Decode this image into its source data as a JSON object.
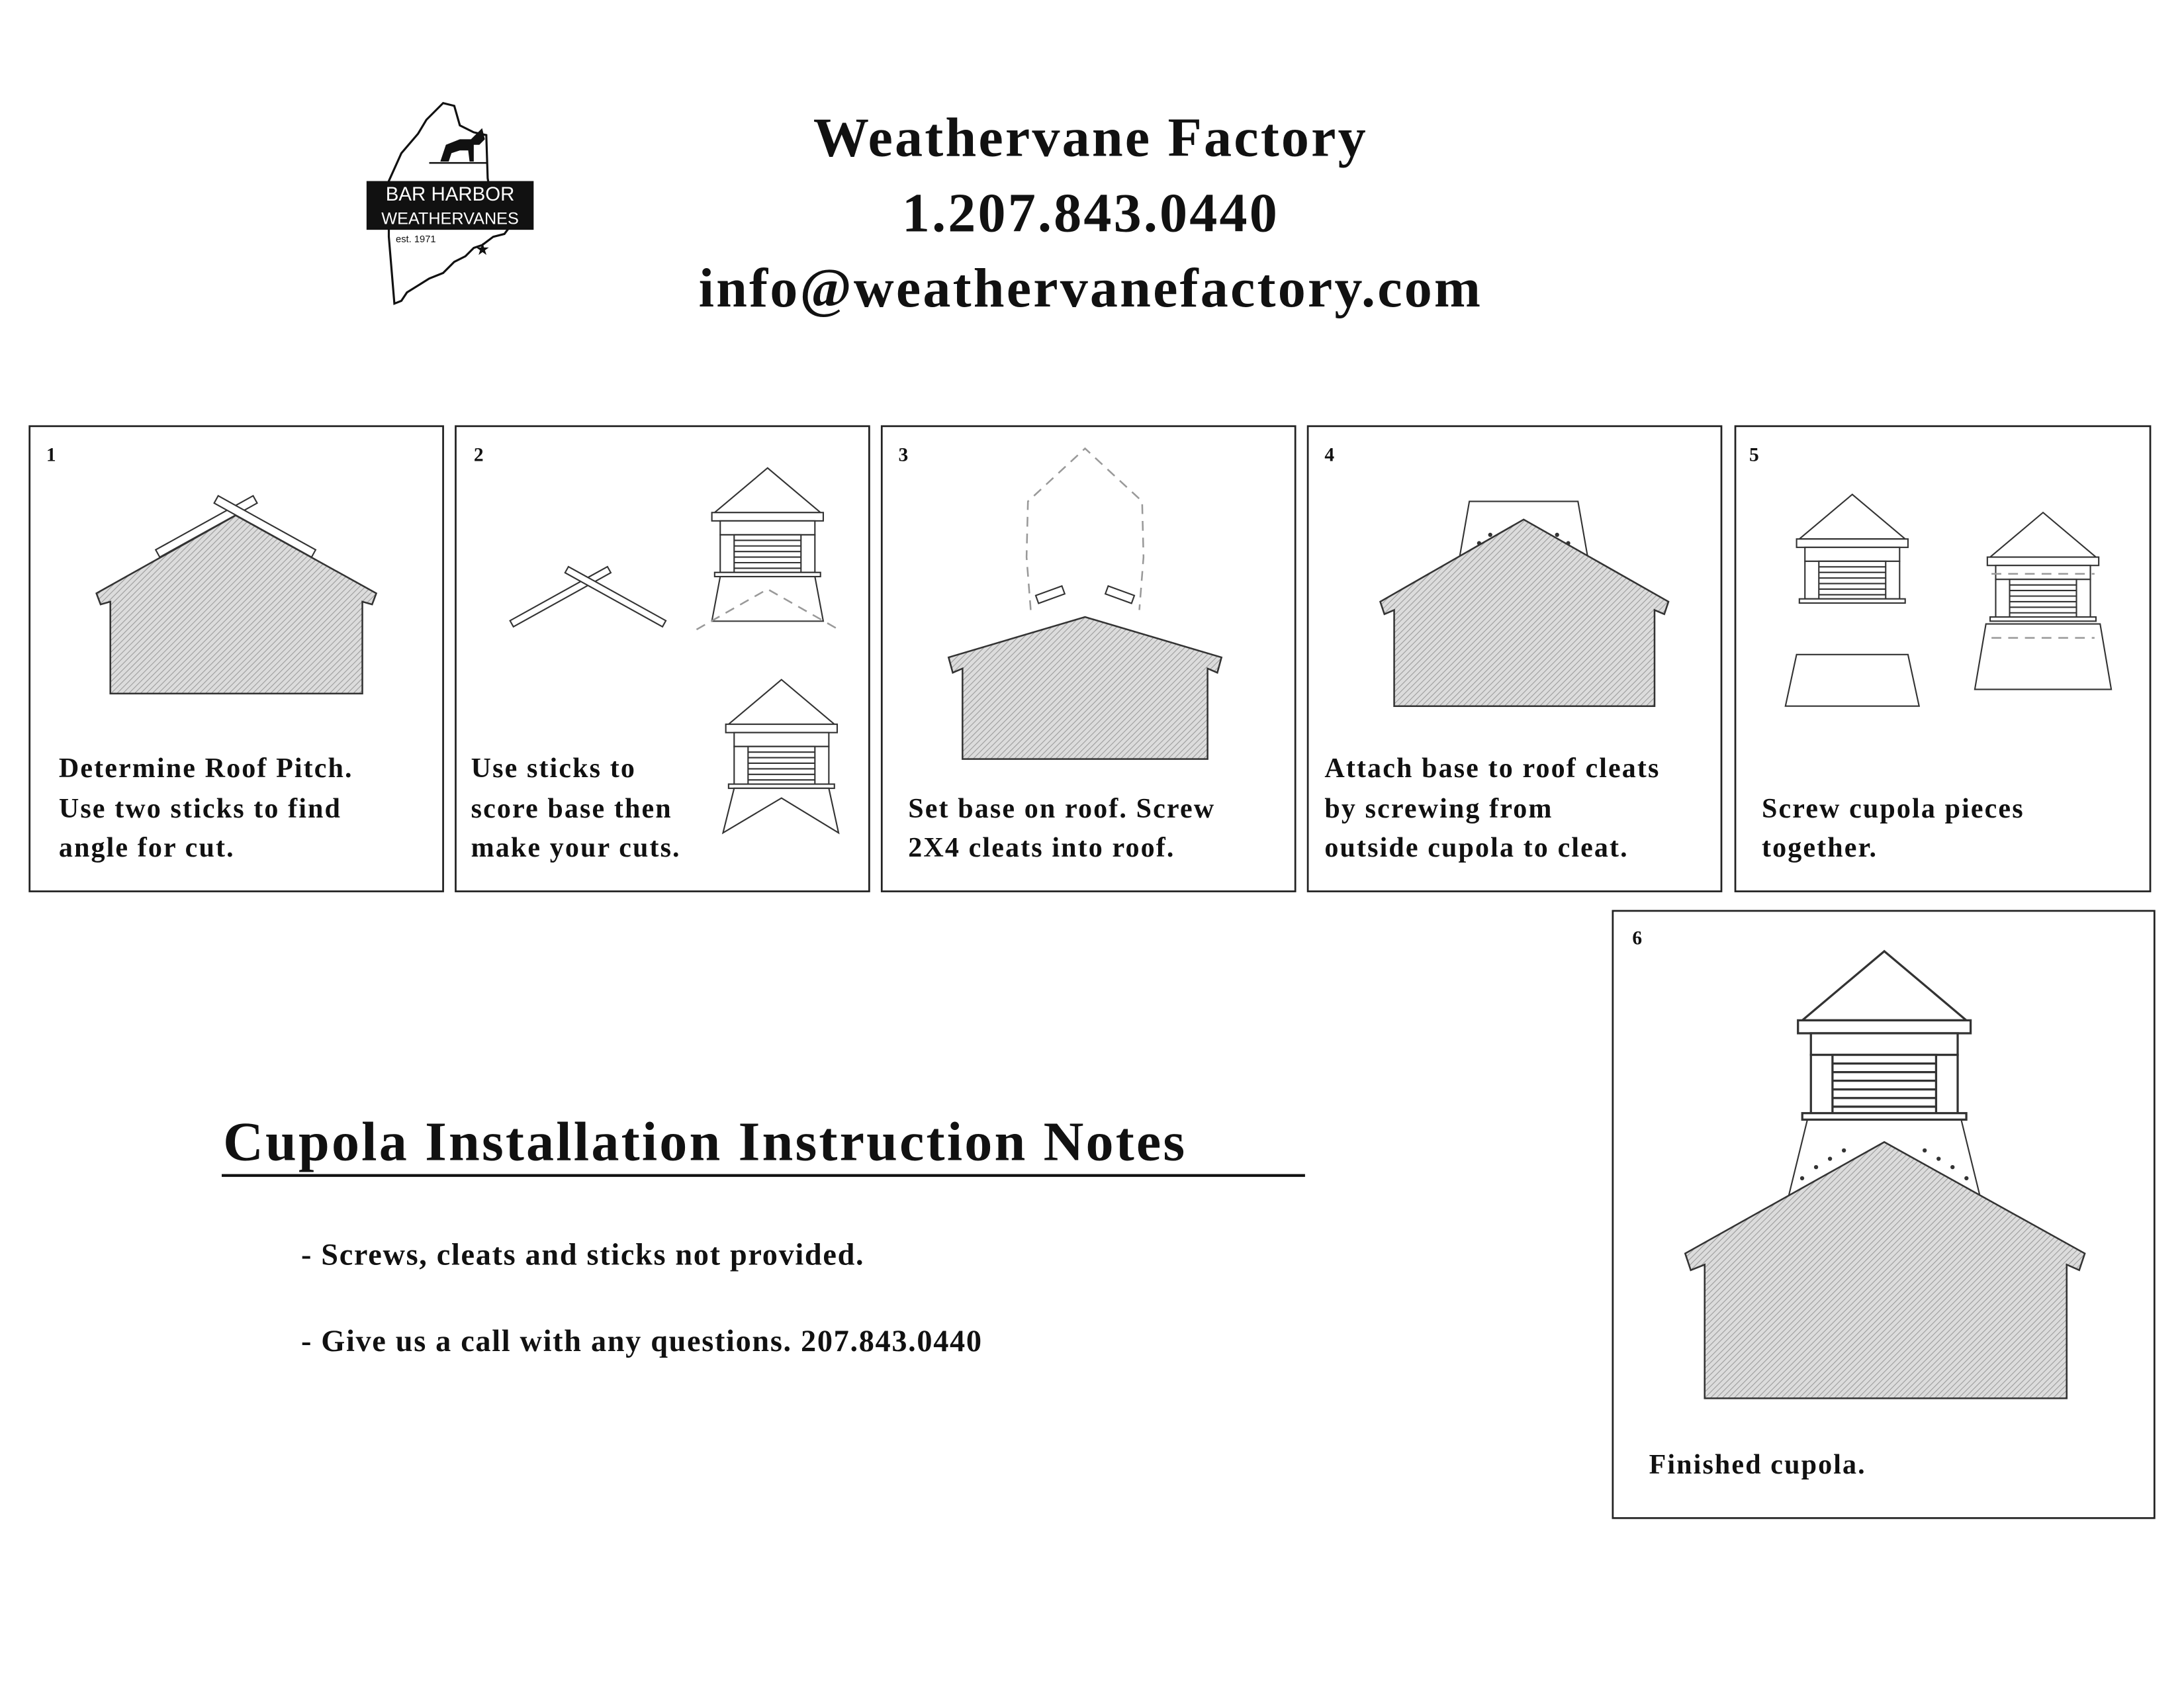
{
  "logo": {
    "line1": "BAR HARBOR",
    "line2": "WEATHERVANES",
    "est": "est. 1971"
  },
  "header": {
    "company": "Weathervane Factory",
    "phone": "1.207.843.0440",
    "email": "info@weathervanefactory.com"
  },
  "steps": [
    {
      "number": "1",
      "lines": [
        "Determine Roof Pitch.",
        "Use two sticks to find",
        "angle for cut."
      ]
    },
    {
      "number": "2",
      "lines": [
        "Use sticks to",
        "score base then",
        "make your cuts."
      ]
    },
    {
      "number": "3",
      "lines": [
        "Set base on roof. Screw",
        "2X4 cleats into roof."
      ]
    },
    {
      "number": "4",
      "lines": [
        "Attach base to roof cleats",
        "by screwing from",
        "outside cupola to cleat."
      ]
    },
    {
      "number": "5",
      "lines": [
        "Screw cupola pieces",
        "together."
      ]
    },
    {
      "number": "6",
      "lines": [
        "Finished cupola."
      ]
    }
  ],
  "notes": {
    "title": "Cupola Installation Instruction Notes",
    "items": [
      "- Screws, cleats and sticks not provided.",
      "- Give us a call with any questions. 207.843.0440"
    ]
  },
  "colors": {
    "ink": "#111111",
    "hatch_fill": "#d4d4d4",
    "dashed": "#999999"
  }
}
